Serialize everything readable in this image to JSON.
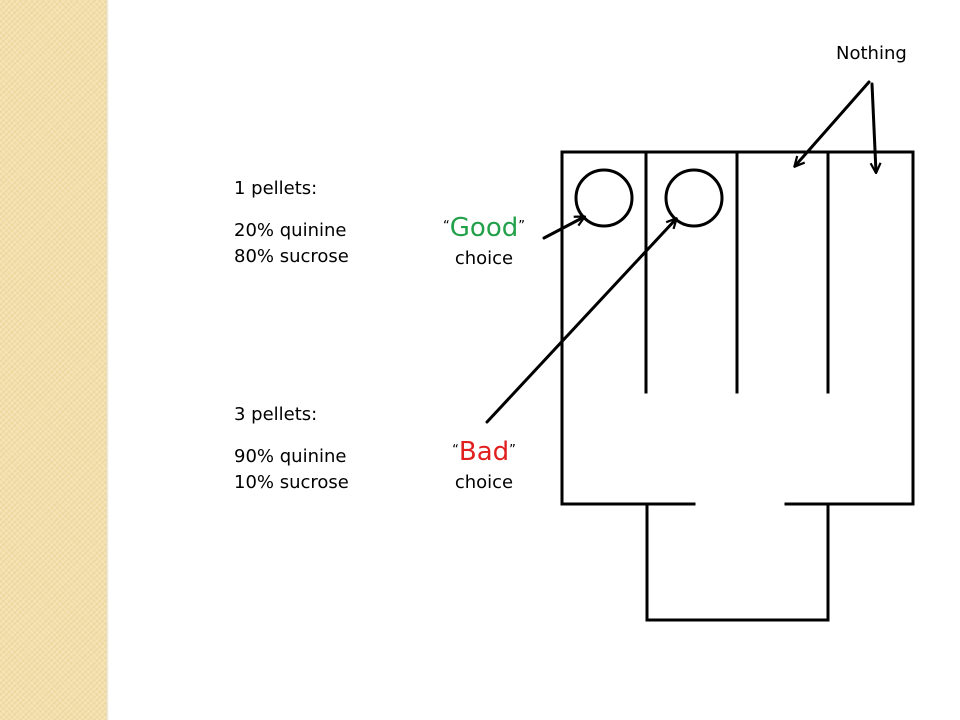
{
  "pellets_small": {
    "title": "1 pellets:",
    "line1": "20% quinine",
    "line2": "80% sucrose"
  },
  "pellets_large": {
    "title": "3 pellets:",
    "line1": "90% quinine",
    "line2": "10% sucrose"
  },
  "good_choice": {
    "open_quote": "“",
    "word": "Good",
    "close_quote": "”",
    "sub": "choice",
    "color": "#22a04a"
  },
  "bad_choice": {
    "open_quote": "“",
    "word": "Bad",
    "close_quote": "”",
    "sub": "choice",
    "color": "#e0201e"
  },
  "nothing_label": "Nothing",
  "colors": {
    "side_band": "#f2dfaa",
    "line": "#000000"
  }
}
